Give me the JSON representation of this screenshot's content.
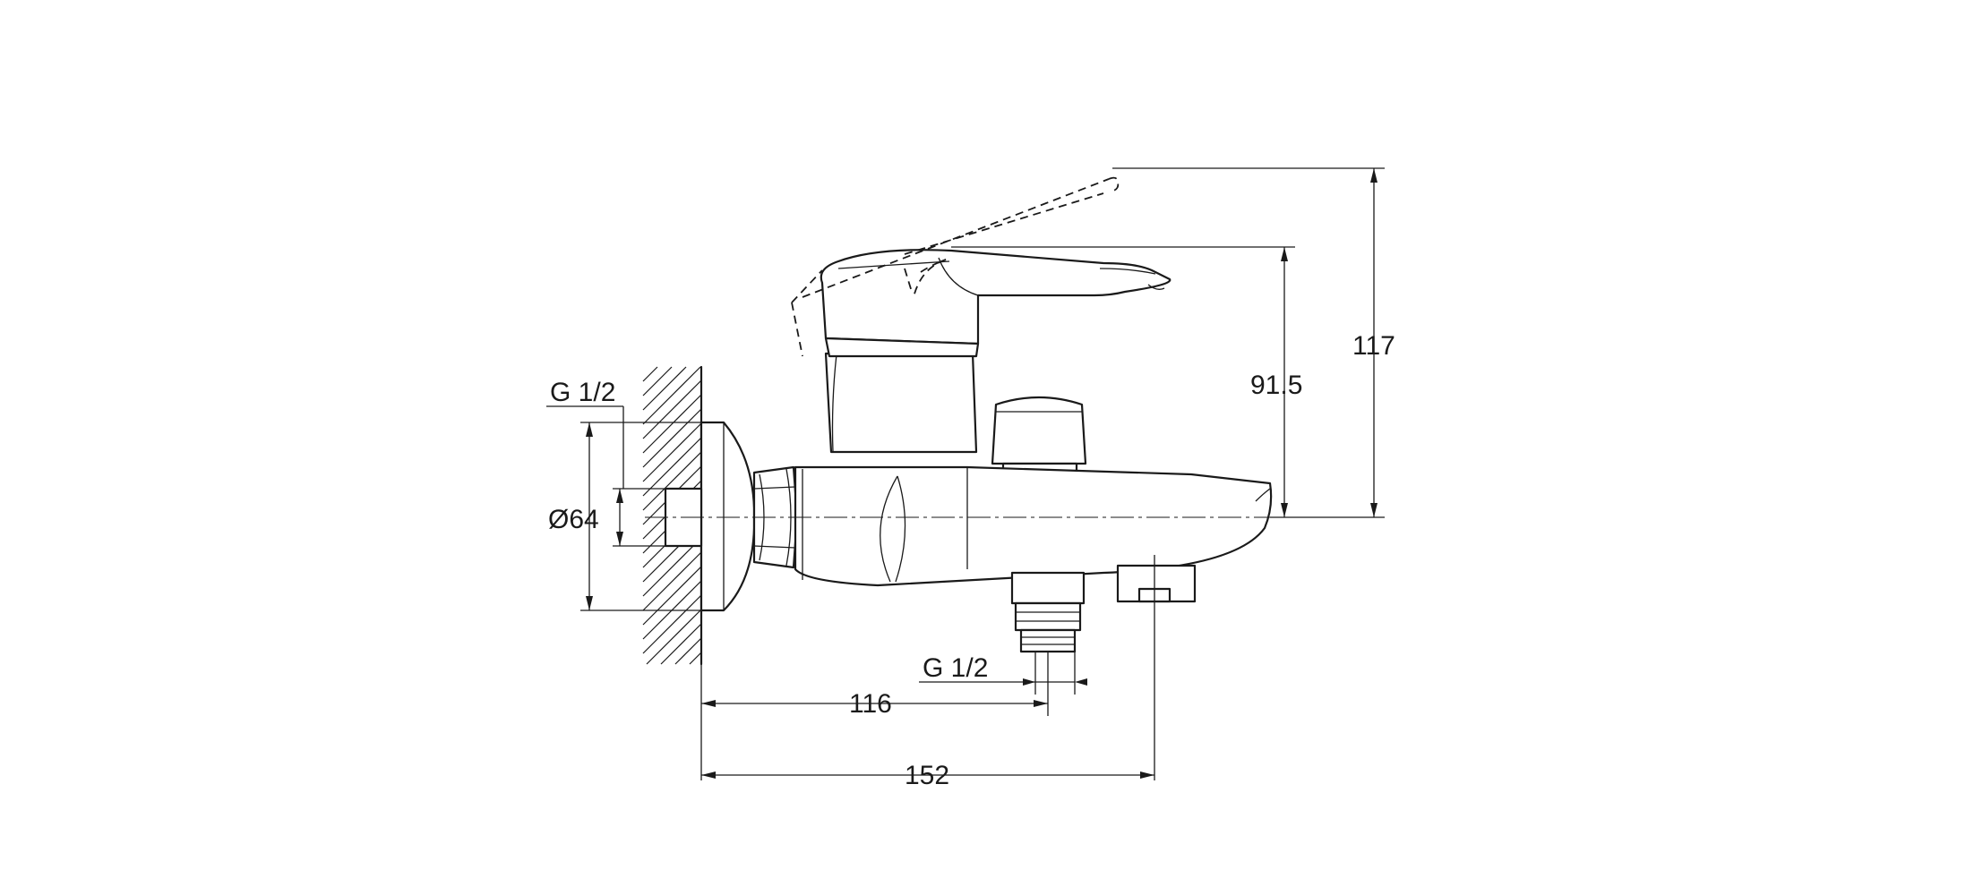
{
  "drawing": {
    "dimensions": {
      "inlet_thread": "G 1/2",
      "flange_diameter": "Ø64",
      "shower_outlet_thread": "G 1/2",
      "outlet_distance": "116",
      "spout_projection": "152",
      "lever_height": "91.5",
      "lever_raised_height": "117"
    }
  }
}
